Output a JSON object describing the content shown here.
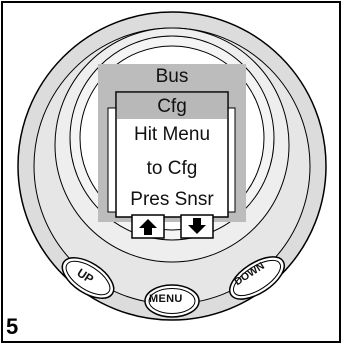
{
  "display": {
    "lines": [
      "Bus",
      "Cfg",
      "Hit Menu",
      "to Cfg",
      "Pres Snsr"
    ]
  },
  "buttons": {
    "up": "UP",
    "menu": "MENU",
    "down": "DOWN"
  },
  "figure": {
    "page_number": "5"
  },
  "colors": {
    "bezel_outer": "#d8d8d8",
    "bezel_inner": "#ececec",
    "screen_band": "#b8b8b8",
    "selection_box": "#ffffff"
  },
  "icons": {
    "up_arrow": "up-arrow-icon",
    "down_arrow": "down-arrow-icon"
  }
}
